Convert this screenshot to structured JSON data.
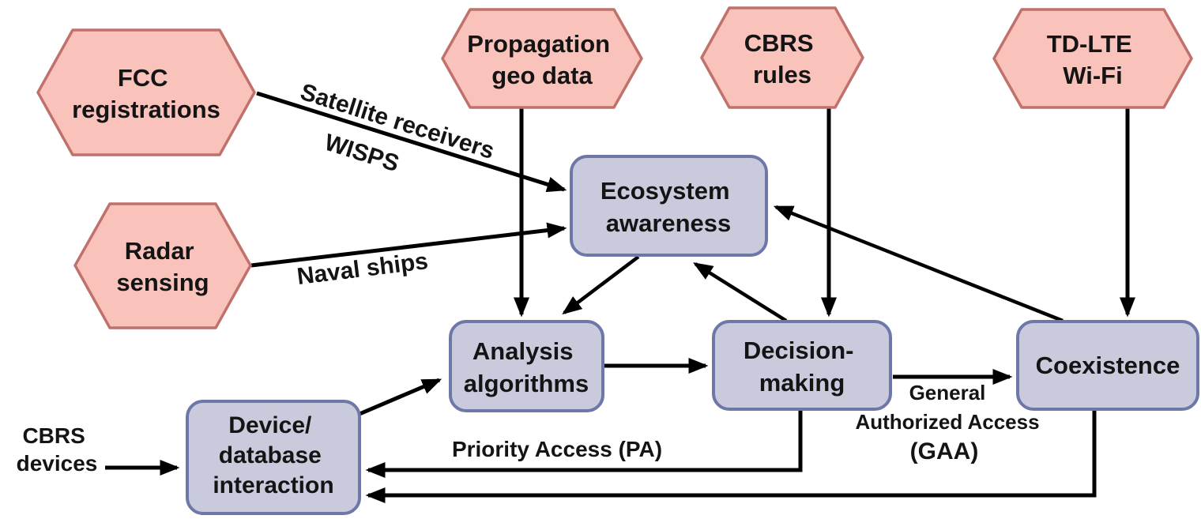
{
  "diagram": {
    "type": "flowchart",
    "nodes": {
      "fcc": {
        "shape": "hexagon",
        "line1": "FCC",
        "line2": "registrations"
      },
      "propagation": {
        "shape": "hexagon",
        "line1": "Propagation",
        "line2": "geo data"
      },
      "cbrs_rules": {
        "shape": "hexagon",
        "line1": "CBRS",
        "line2": "rules"
      },
      "td_lte": {
        "shape": "hexagon",
        "line1": "TD-LTE",
        "line2": "Wi-Fi"
      },
      "radar": {
        "shape": "hexagon",
        "line1": "Radar",
        "line2": "sensing"
      },
      "ecosystem": {
        "shape": "rounded-box",
        "line1": "Ecosystem",
        "line2": "awareness"
      },
      "analysis": {
        "shape": "rounded-box",
        "line1": "Analysis",
        "line2": "algorithms"
      },
      "decision": {
        "shape": "rounded-box",
        "line1": "Decision-",
        "line2": "making"
      },
      "coexistence": {
        "shape": "rounded-box",
        "line1": "Coexistence"
      },
      "device": {
        "shape": "rounded-box",
        "line1": "Device/",
        "line2": "database",
        "line3": "interaction"
      }
    },
    "edge_labels": {
      "satellite_line1": "Satellite receivers",
      "satellite_line2": "WISPS",
      "naval": "Naval ships",
      "priority_access": "Priority Access (PA)",
      "gaa_line1": "General",
      "gaa_line2": "Authorized Access",
      "gaa_line3": "(GAA)",
      "cbrs_devices_line1": "CBRS",
      "cbrs_devices_line2": "devices"
    },
    "edges": [
      "fcc -> ecosystem (Satellite receivers WISPS)",
      "radar -> ecosystem (Naval ships)",
      "propagation -> analysis",
      "cbrs_rules -> decision",
      "td_lte -> coexistence",
      "ecosystem -> analysis",
      "decision -> ecosystem",
      "coexistence -> ecosystem",
      "analysis -> decision",
      "decision -> coexistence (General Authorized Access (GAA))",
      "device -> analysis",
      "cbrs_devices -> device",
      "decision -> device (Priority Access (PA))",
      "coexistence -> device"
    ],
    "colors": {
      "hexagon_fill": "#f9c3bb",
      "hexagon_border": "#c0716b",
      "box_fill": "#c9cbdd",
      "box_border": "#6d77a8",
      "arrow": "#000000",
      "text": "#141414",
      "background": "#ffffff"
    }
  }
}
